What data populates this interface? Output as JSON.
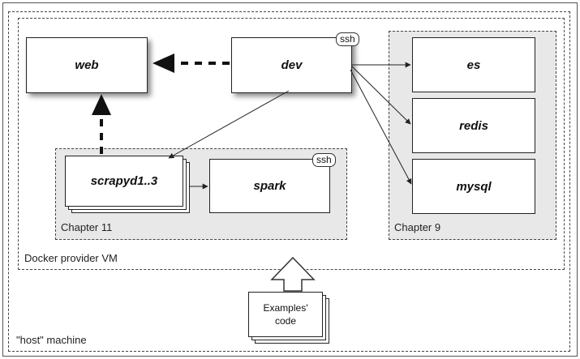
{
  "host": {
    "label": "\"host\" machine"
  },
  "vm": {
    "label": "Docker provider VM"
  },
  "chapter11": {
    "label": "Chapter 11",
    "ssh": "ssh"
  },
  "chapter9": {
    "label": "Chapter 9"
  },
  "nodes": {
    "web": "web",
    "dev": "dev",
    "dev_ssh": "ssh",
    "scrapyd": "scrapyd1..3",
    "spark": "spark",
    "es": "es",
    "redis": "redis",
    "mysql": "mysql"
  },
  "examples": {
    "line1": "Examples'",
    "line2": "code"
  }
}
